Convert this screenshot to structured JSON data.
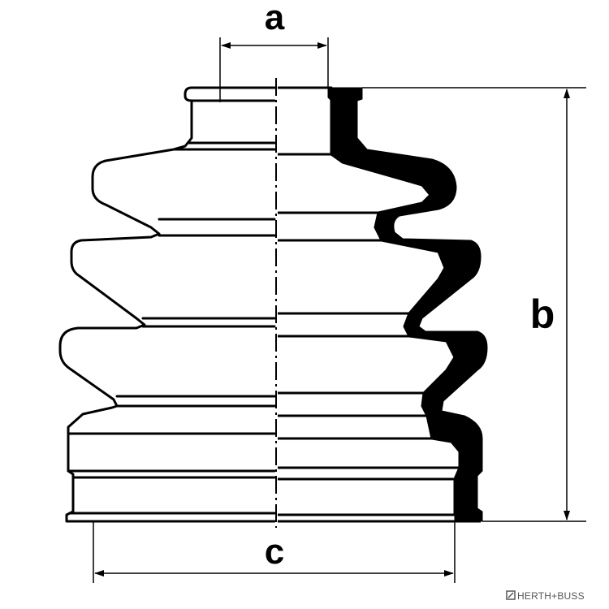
{
  "diagram": {
    "labels": {
      "a": "a",
      "b": "b",
      "c": "c"
    },
    "brand": "HERTH+BUSS",
    "colors": {
      "line": "#000000",
      "background": "#ffffff",
      "brand": "#555555"
    }
  }
}
